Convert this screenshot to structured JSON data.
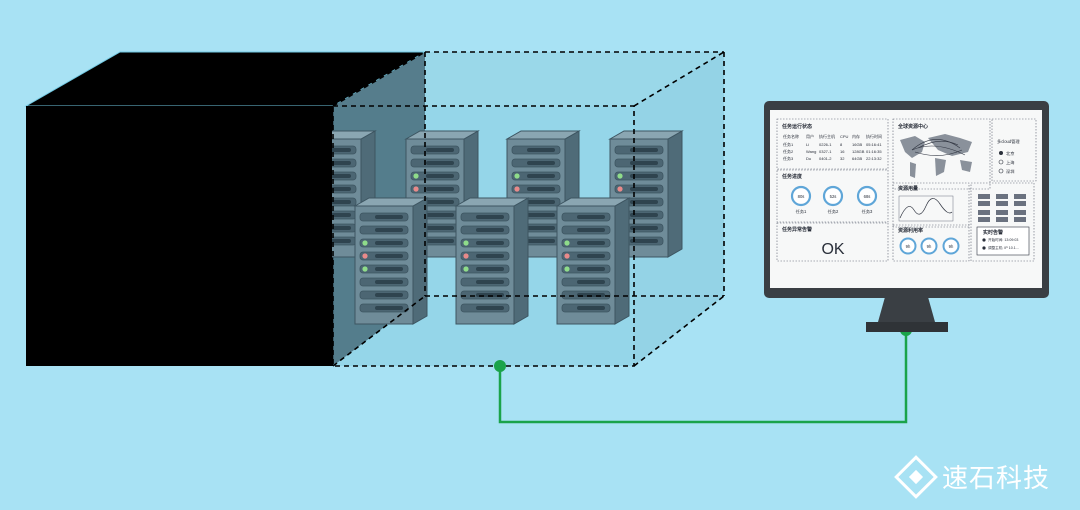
{
  "monitor": {
    "panel_task_status": "任务运行状态",
    "table": {
      "headers": [
        "任务名称",
        "用户",
        "执行主机",
        "CPU",
        "内存",
        "执行时间"
      ],
      "rows": [
        [
          "任务1",
          "Li",
          "0226-1",
          "8",
          "16GB",
          "05:16:41"
        ],
        [
          "任务2",
          "Wang",
          "0327-1",
          "16",
          "128GB",
          "01:16:35"
        ],
        [
          "任务3",
          "Du",
          "0401-2",
          "32",
          "64GB",
          "22:13:32"
        ]
      ]
    },
    "panel_global_center": "全球资源中心",
    "panel_multi_cloud": "多cloud管理",
    "regions": [
      "北京",
      "上海",
      "深圳"
    ],
    "panel_progress": "任务进度",
    "progress": [
      {
        "value": "80s",
        "label": "任务1"
      },
      {
        "value": "52s",
        "label": "任务2"
      },
      {
        "value": "68s",
        "label": "任务3"
      }
    ],
    "panel_resource_usage": "资源用量",
    "panel_utilization": "资源利用率",
    "utilization": [
      "9h",
      "9h",
      "9h"
    ],
    "panel_alerts": "任务异常告警",
    "alert_status": "OK",
    "panel_realtime_alerts": "实时告警",
    "realtime_alerts": [
      "开始时间: 13:09:03",
      "调整主机: IP 10.1..."
    ]
  },
  "logo": {
    "text": "速石科技"
  },
  "colors": {
    "background": "#a8e2f4",
    "connector": "#1aa34a",
    "server_body": "#6f8c99",
    "led_green": "#8fdc8a",
    "led_red": "#e88a8a"
  }
}
